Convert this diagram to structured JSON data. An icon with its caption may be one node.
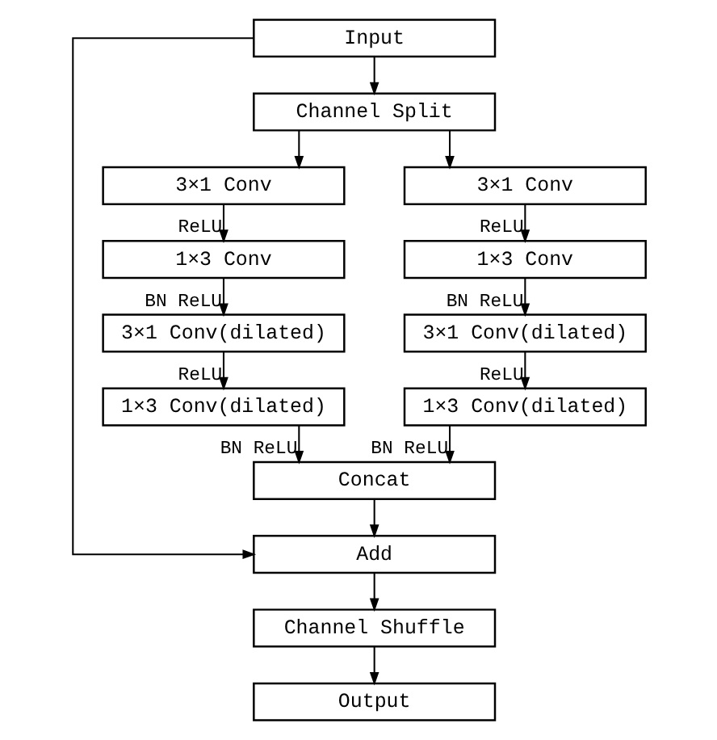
{
  "diagram": {
    "nodes": [
      {
        "text": [
          "Input"
        ]
      },
      {
        "text": [
          "Channel Split"
        ]
      },
      {
        "text": [
          "3×1 Conv"
        ]
      },
      {
        "text": [
          "3×1 Conv"
        ]
      },
      {
        "text": [
          "1×3 Conv"
        ]
      },
      {
        "text": [
          "1×3 Conv"
        ]
      },
      {
        "text": [
          "3×1 Conv(dilated)"
        ]
      },
      {
        "text": [
          "3×1 Conv(dilated)"
        ]
      },
      {
        "text": [
          "1×3 Conv(dilated)"
        ]
      },
      {
        "text": [
          "1×3 Conv(dilated)"
        ]
      },
      {
        "text": [
          "Concat"
        ]
      },
      {
        "text": [
          "Add"
        ]
      },
      {
        "text": [
          "Channel Shuffle"
        ]
      },
      {
        "text": [
          "Output"
        ]
      }
    ],
    "edges": [
      {
        "from": 0,
        "to": 1,
        "arrow": "to"
      },
      {
        "from": 1,
        "to": 2,
        "arrow": "to"
      },
      {
        "from": 1,
        "to": 3,
        "arrow": "to"
      },
      {
        "from": 2,
        "to": 4,
        "arrow": "to",
        "label": "ReLU"
      },
      {
        "from": 3,
        "to": 5,
        "arrow": "to",
        "label": "ReLU"
      },
      {
        "from": 4,
        "to": 6,
        "arrow": "to",
        "label": "BN ReLU"
      },
      {
        "from": 5,
        "to": 7,
        "arrow": "to",
        "label": "BN ReLU"
      },
      {
        "from": 6,
        "to": 8,
        "arrow": "to",
        "label": "ReLU"
      },
      {
        "from": 7,
        "to": 9,
        "arrow": "to",
        "label": "ReLU"
      },
      {
        "from": 8,
        "to": 10,
        "arrow": "to",
        "label": "BN ReLU"
      },
      {
        "from": 9,
        "to": 10,
        "arrow": "to",
        "label": "BN ReLU"
      },
      {
        "from": 10,
        "to": 11,
        "arrow": "to"
      },
      {
        "from": 0,
        "to": 11,
        "arrow": "to"
      },
      {
        "from": 11,
        "to": 12,
        "arrow": "to"
      },
      {
        "from": 12,
        "to": 13,
        "arrow": "to"
      }
    ]
  }
}
